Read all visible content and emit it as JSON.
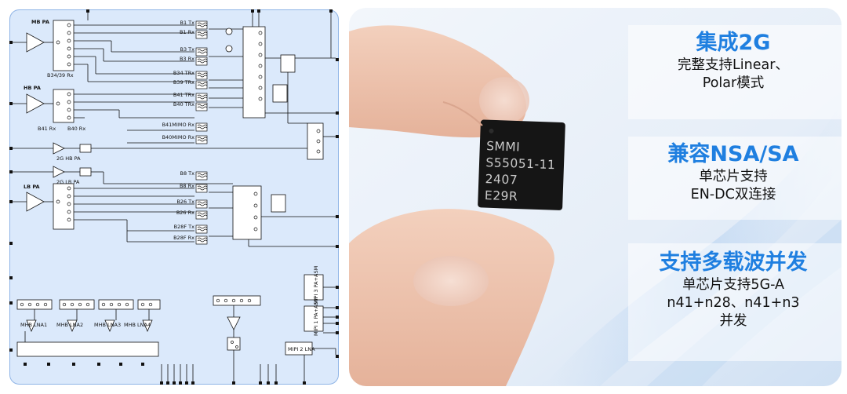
{
  "diagram": {
    "pa_labels": [
      "MB PA",
      "HB PA",
      "LB PA",
      "2G HB PA",
      "2G LB PA"
    ],
    "switch_labels": [
      "B34/39 Rx",
      "B41 Rx",
      "B40 Rx"
    ],
    "filter_labels": [
      "B1 Tx",
      "B1 Rx",
      "B3 Tx",
      "B3 Rx",
      "B34 TRx",
      "B39 TRx",
      "B41 TRx",
      "B40 TRx",
      "B41MIMO Rx",
      "B40MIMO Rx",
      "B8 Tx",
      "B8 Rx",
      "B26 Tx",
      "B26 Rx",
      "B28F Tx",
      "B28F Rx"
    ],
    "lna_labels": [
      "MHB LNA1",
      "MHB LNA2",
      "MHB LNA3",
      "MHB LNA4"
    ],
    "mipi_labels": [
      "MIPI 3 PA+ASM",
      "MIPI 1 PA+ASM",
      "MIPI 2 LNA"
    ]
  },
  "chip": {
    "lines": [
      "SMMI",
      "S55051-11",
      "2407",
      "E29R"
    ]
  },
  "features": [
    {
      "title": "集成2G",
      "lines": [
        "完整支持Linear、",
        "Polar模式"
      ]
    },
    {
      "title": "兼容NSA/SA",
      "lines": [
        "单芯片支持",
        "EN-DC双连接"
      ]
    },
    {
      "title": "支持多载波并发",
      "lines": [
        "单芯片支持5G-A",
        "n41+n28、n41+n3",
        "并发"
      ]
    }
  ],
  "colors": {
    "diagram_bg": "#dbe9fb",
    "diagram_border": "#8fb4e6",
    "accent": "#1f7fe0",
    "chip": "#151515"
  }
}
